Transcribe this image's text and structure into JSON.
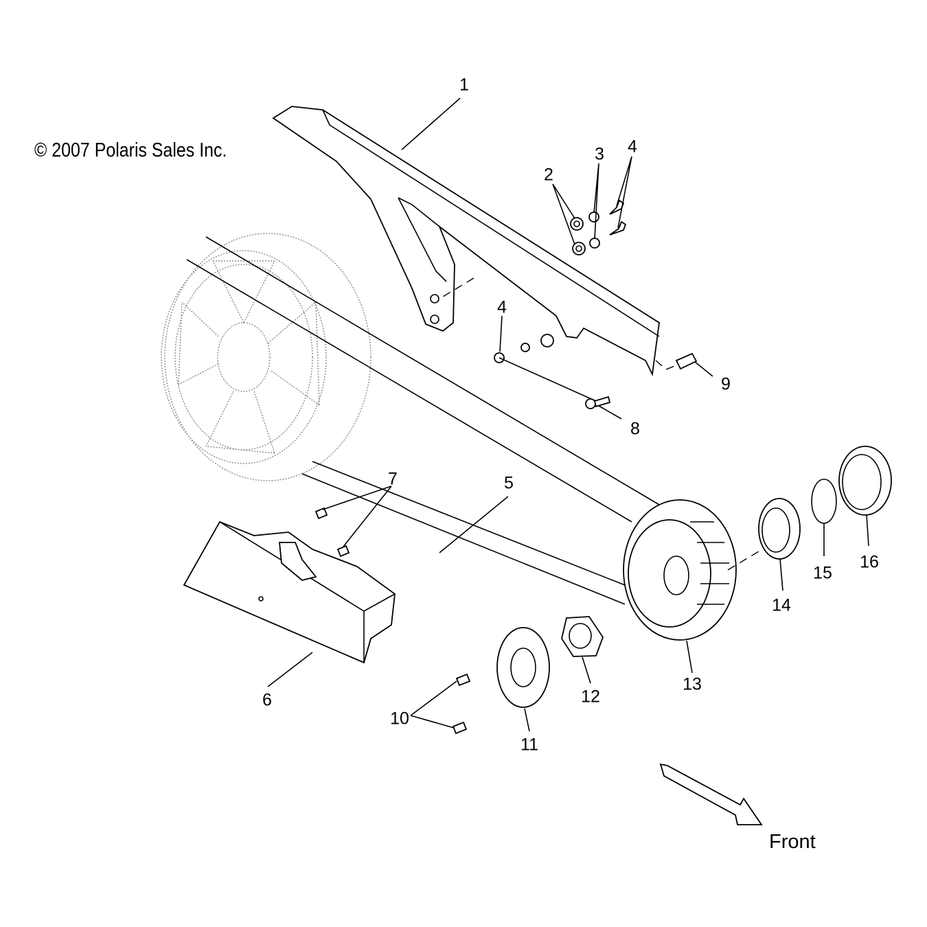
{
  "copyright": "© 2007 Polaris Sales Inc.",
  "front_label": "Front",
  "callouts": {
    "c1": "1",
    "c2": "2",
    "c3": "3",
    "c4a": "4",
    "c4b": "4",
    "c5": "5",
    "c6": "6",
    "c7": "7",
    "c8": "8",
    "c9": "9",
    "c10": "10",
    "c11": "11",
    "c12": "12",
    "c13": "13",
    "c14": "14",
    "c15": "15",
    "c16": "16"
  },
  "icons": {
    "front_arrow": "arrow-right-down-icon"
  }
}
